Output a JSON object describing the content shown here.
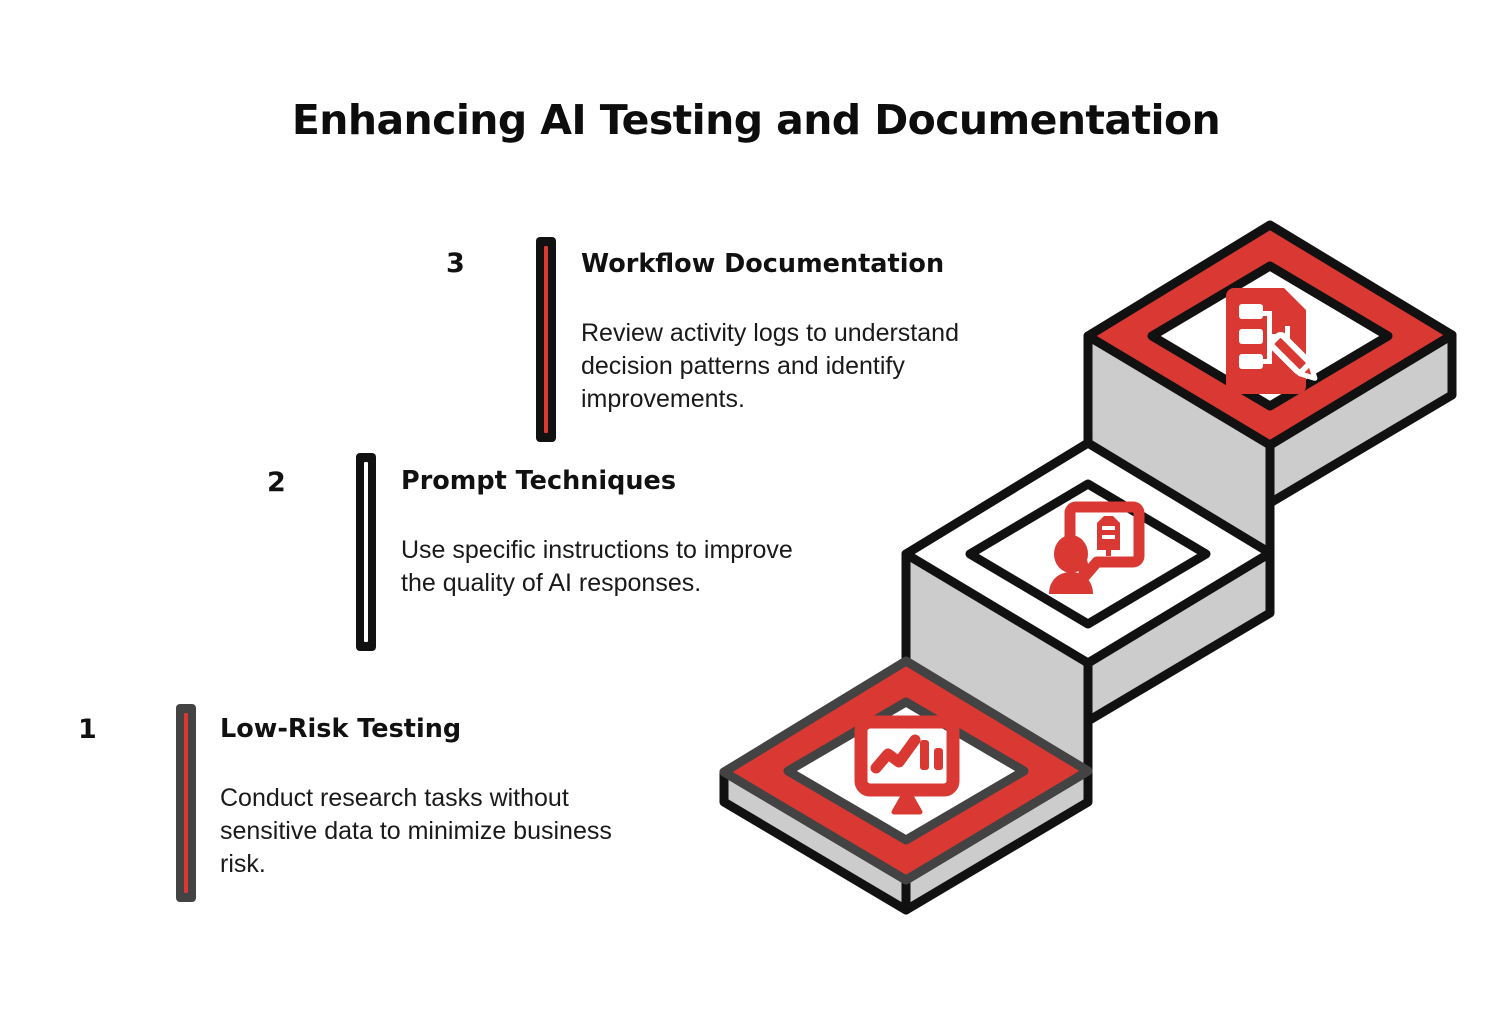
{
  "title": "Enhancing AI Testing and Documentation",
  "colors": {
    "red": "#D93833",
    "black": "#111111",
    "dark_gray": "#434343",
    "light_gray": "#CCCCCC",
    "white": "#FFFFFF",
    "background": "#FFFFFF"
  },
  "steps": [
    {
      "number": "1",
      "heading": "Low-Risk Testing",
      "body": "Conduct research tasks without sensitive data to minimize business risk.",
      "bar_outline_color": "#434343",
      "bar_inner_color": "#D93833",
      "icon": "monitor-chart-icon",
      "tile_ring_color": "#D93833",
      "tile_outline_color": "#434343"
    },
    {
      "number": "2",
      "heading": "Prompt Techniques",
      "body": "Use specific instructions to improve the quality of AI responses.",
      "bar_outline_color": "#111111",
      "bar_inner_color": "#FFFFFF",
      "icon": "person-speech-bubble-icon",
      "tile_ring_color": "#FFFFFF",
      "tile_outline_color": "#111111"
    },
    {
      "number": "3",
      "heading": "Workflow Documentation",
      "body": "Review activity logs to understand decision patterns and identify improvements.",
      "bar_outline_color": "#111111",
      "bar_inner_color": "#D93833",
      "icon": "document-pencil-icon",
      "tile_ring_color": "#D93833",
      "tile_outline_color": "#111111"
    }
  ]
}
